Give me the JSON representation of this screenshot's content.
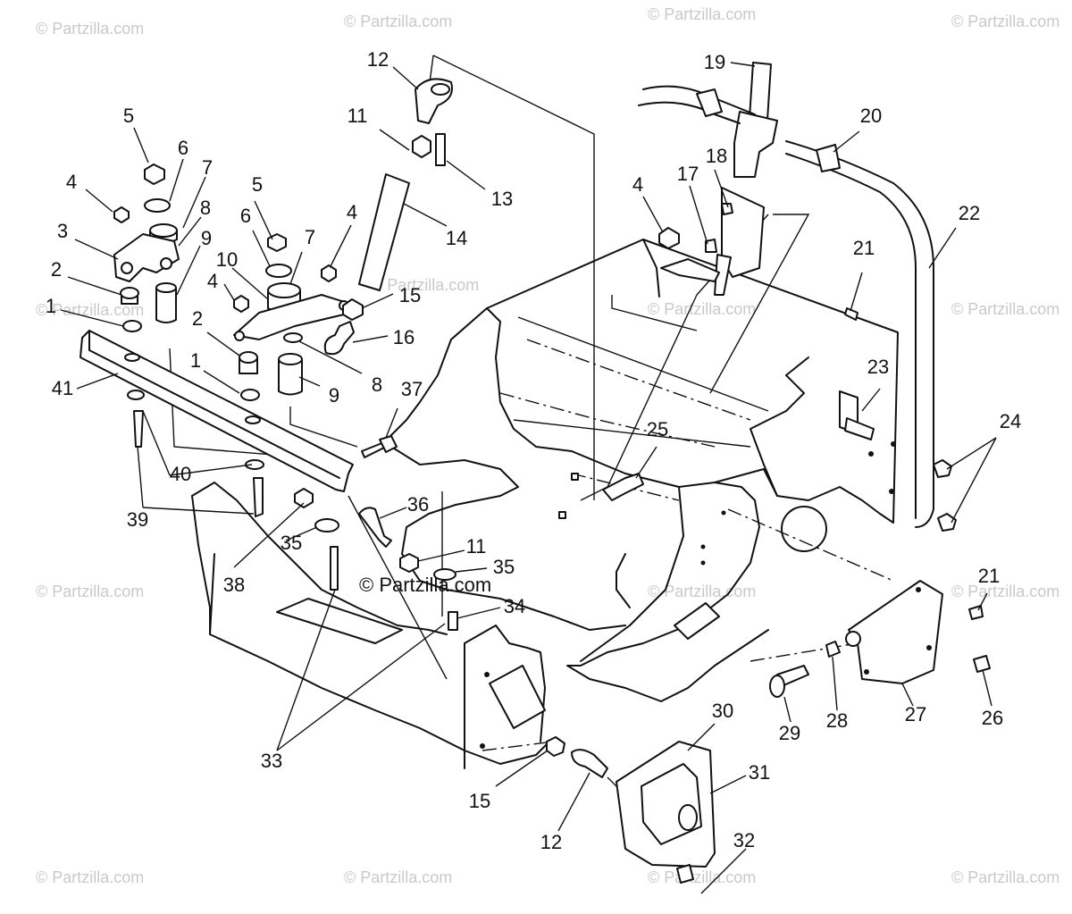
{
  "watermark": "© Partzilla.com",
  "callouts": [
    {
      "id": "c5a",
      "text": "5"
    },
    {
      "id": "c6a",
      "text": "6"
    },
    {
      "id": "c7a",
      "text": "7"
    },
    {
      "id": "c8a",
      "text": "8"
    },
    {
      "id": "c4a",
      "text": "4"
    },
    {
      "id": "c3",
      "text": "3"
    },
    {
      "id": "c9a",
      "text": "9"
    },
    {
      "id": "c2a",
      "text": "2"
    },
    {
      "id": "c1a",
      "text": "1"
    },
    {
      "id": "c41",
      "text": "41"
    },
    {
      "id": "c10",
      "text": "10"
    },
    {
      "id": "c5b",
      "text": "5"
    },
    {
      "id": "c6b",
      "text": "6"
    },
    {
      "id": "c7b",
      "text": "7"
    },
    {
      "id": "c4b",
      "text": "4"
    },
    {
      "id": "c4c",
      "text": "4"
    },
    {
      "id": "c2b",
      "text": "2"
    },
    {
      "id": "c1b",
      "text": "1"
    },
    {
      "id": "c8b",
      "text": "8"
    },
    {
      "id": "c9b",
      "text": "9"
    },
    {
      "id": "c12a",
      "text": "12"
    },
    {
      "id": "c11a",
      "text": "11"
    },
    {
      "id": "c13",
      "text": "13"
    },
    {
      "id": "c14",
      "text": "14"
    },
    {
      "id": "c15a",
      "text": "15"
    },
    {
      "id": "c16",
      "text": "16"
    },
    {
      "id": "c37",
      "text": "37"
    },
    {
      "id": "c40",
      "text": "40"
    },
    {
      "id": "c39",
      "text": "39"
    },
    {
      "id": "c38",
      "text": "38"
    },
    {
      "id": "c35a",
      "text": "35"
    },
    {
      "id": "c36",
      "text": "36"
    },
    {
      "id": "c11b",
      "text": "11"
    },
    {
      "id": "c35b",
      "text": "35"
    },
    {
      "id": "c34",
      "text": "34"
    },
    {
      "id": "c33",
      "text": "33"
    },
    {
      "id": "c19",
      "text": "19"
    },
    {
      "id": "c20",
      "text": "20"
    },
    {
      "id": "c18",
      "text": "18"
    },
    {
      "id": "c17",
      "text": "17"
    },
    {
      "id": "c4d",
      "text": "4"
    },
    {
      "id": "c22",
      "text": "22"
    },
    {
      "id": "c21a",
      "text": "21"
    },
    {
      "id": "c23",
      "text": "23"
    },
    {
      "id": "c24",
      "text": "24"
    },
    {
      "id": "c25",
      "text": "25"
    },
    {
      "id": "c21b",
      "text": "21"
    },
    {
      "id": "c26",
      "text": "26"
    },
    {
      "id": "c27",
      "text": "27"
    },
    {
      "id": "c28",
      "text": "28"
    },
    {
      "id": "c29",
      "text": "29"
    },
    {
      "id": "c30",
      "text": "30"
    },
    {
      "id": "c31",
      "text": "31"
    },
    {
      "id": "c32",
      "text": "32"
    },
    {
      "id": "c15b",
      "text": "15"
    },
    {
      "id": "c12b",
      "text": "12"
    }
  ]
}
